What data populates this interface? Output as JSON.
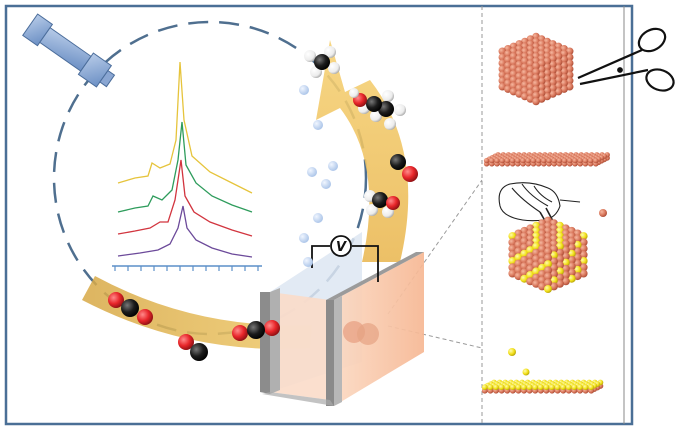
{
  "figure": {
    "voltmeter_label": "V",
    "colors": {
      "frame": "#4a6f96",
      "dashed_circle": "#4f6f8f",
      "arrow_gold": "#f3c55a",
      "copper": "#d9775c",
      "sulfur": "#f2e019",
      "oxygen": "#e8262a",
      "carbon": "#1c1c1c",
      "hydrogen": "#f2f2f2",
      "electrolyte": "#f9c9aa",
      "bubble": "#bcd2ee"
    },
    "spectra": [
      {
        "color": "#e6c43c"
      },
      {
        "color": "#2e9c5c"
      },
      {
        "color": "#d2353f"
      },
      {
        "color": "#6c4a9a"
      }
    ],
    "icons": [
      "microscope-icon",
      "scissors-icon",
      "hand-pipette-icon"
    ],
    "panels": [
      "copper-nanocube",
      "copper-nanosheet",
      "sulfur-doped-copper-nanocube",
      "sulfur-doped-copper-nanosheet"
    ]
  }
}
